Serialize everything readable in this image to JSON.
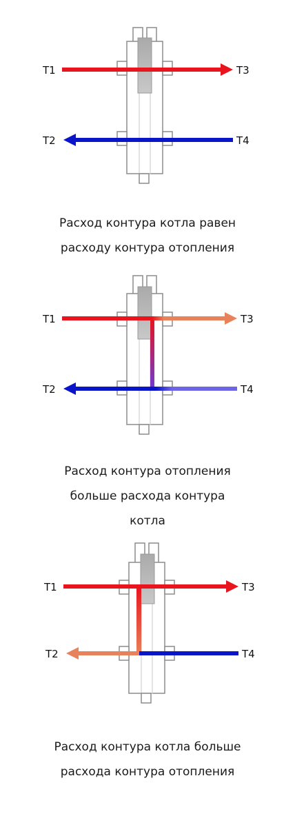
{
  "colors": {
    "hot": "#e8141e",
    "cold": "#0a14c8",
    "mix_warm": "#e8825a",
    "mix_cool": "#6e64e6",
    "body_stroke": "#8c8c8c",
    "insert": "#b4b4b4"
  },
  "diagrams": [
    {
      "labels": {
        "t1": "T1",
        "t2": "T2",
        "t3": "T3",
        "t4": "T4"
      },
      "caption": [
        "Расход контура котла равен",
        "расходу контура отопления"
      ]
    },
    {
      "labels": {
        "t1": "T1",
        "t2": "T2",
        "t3": "T3",
        "t4": "T4"
      },
      "caption": [
        "Расход контура отопления",
        "больше расхода контура",
        "котла"
      ]
    },
    {
      "labels": {
        "t1": "T1",
        "t2": "T2",
        "t3": "T3",
        "t4": "T4"
      },
      "caption": [
        "Расход контура котла больше",
        "расхода контура отопления"
      ]
    }
  ]
}
